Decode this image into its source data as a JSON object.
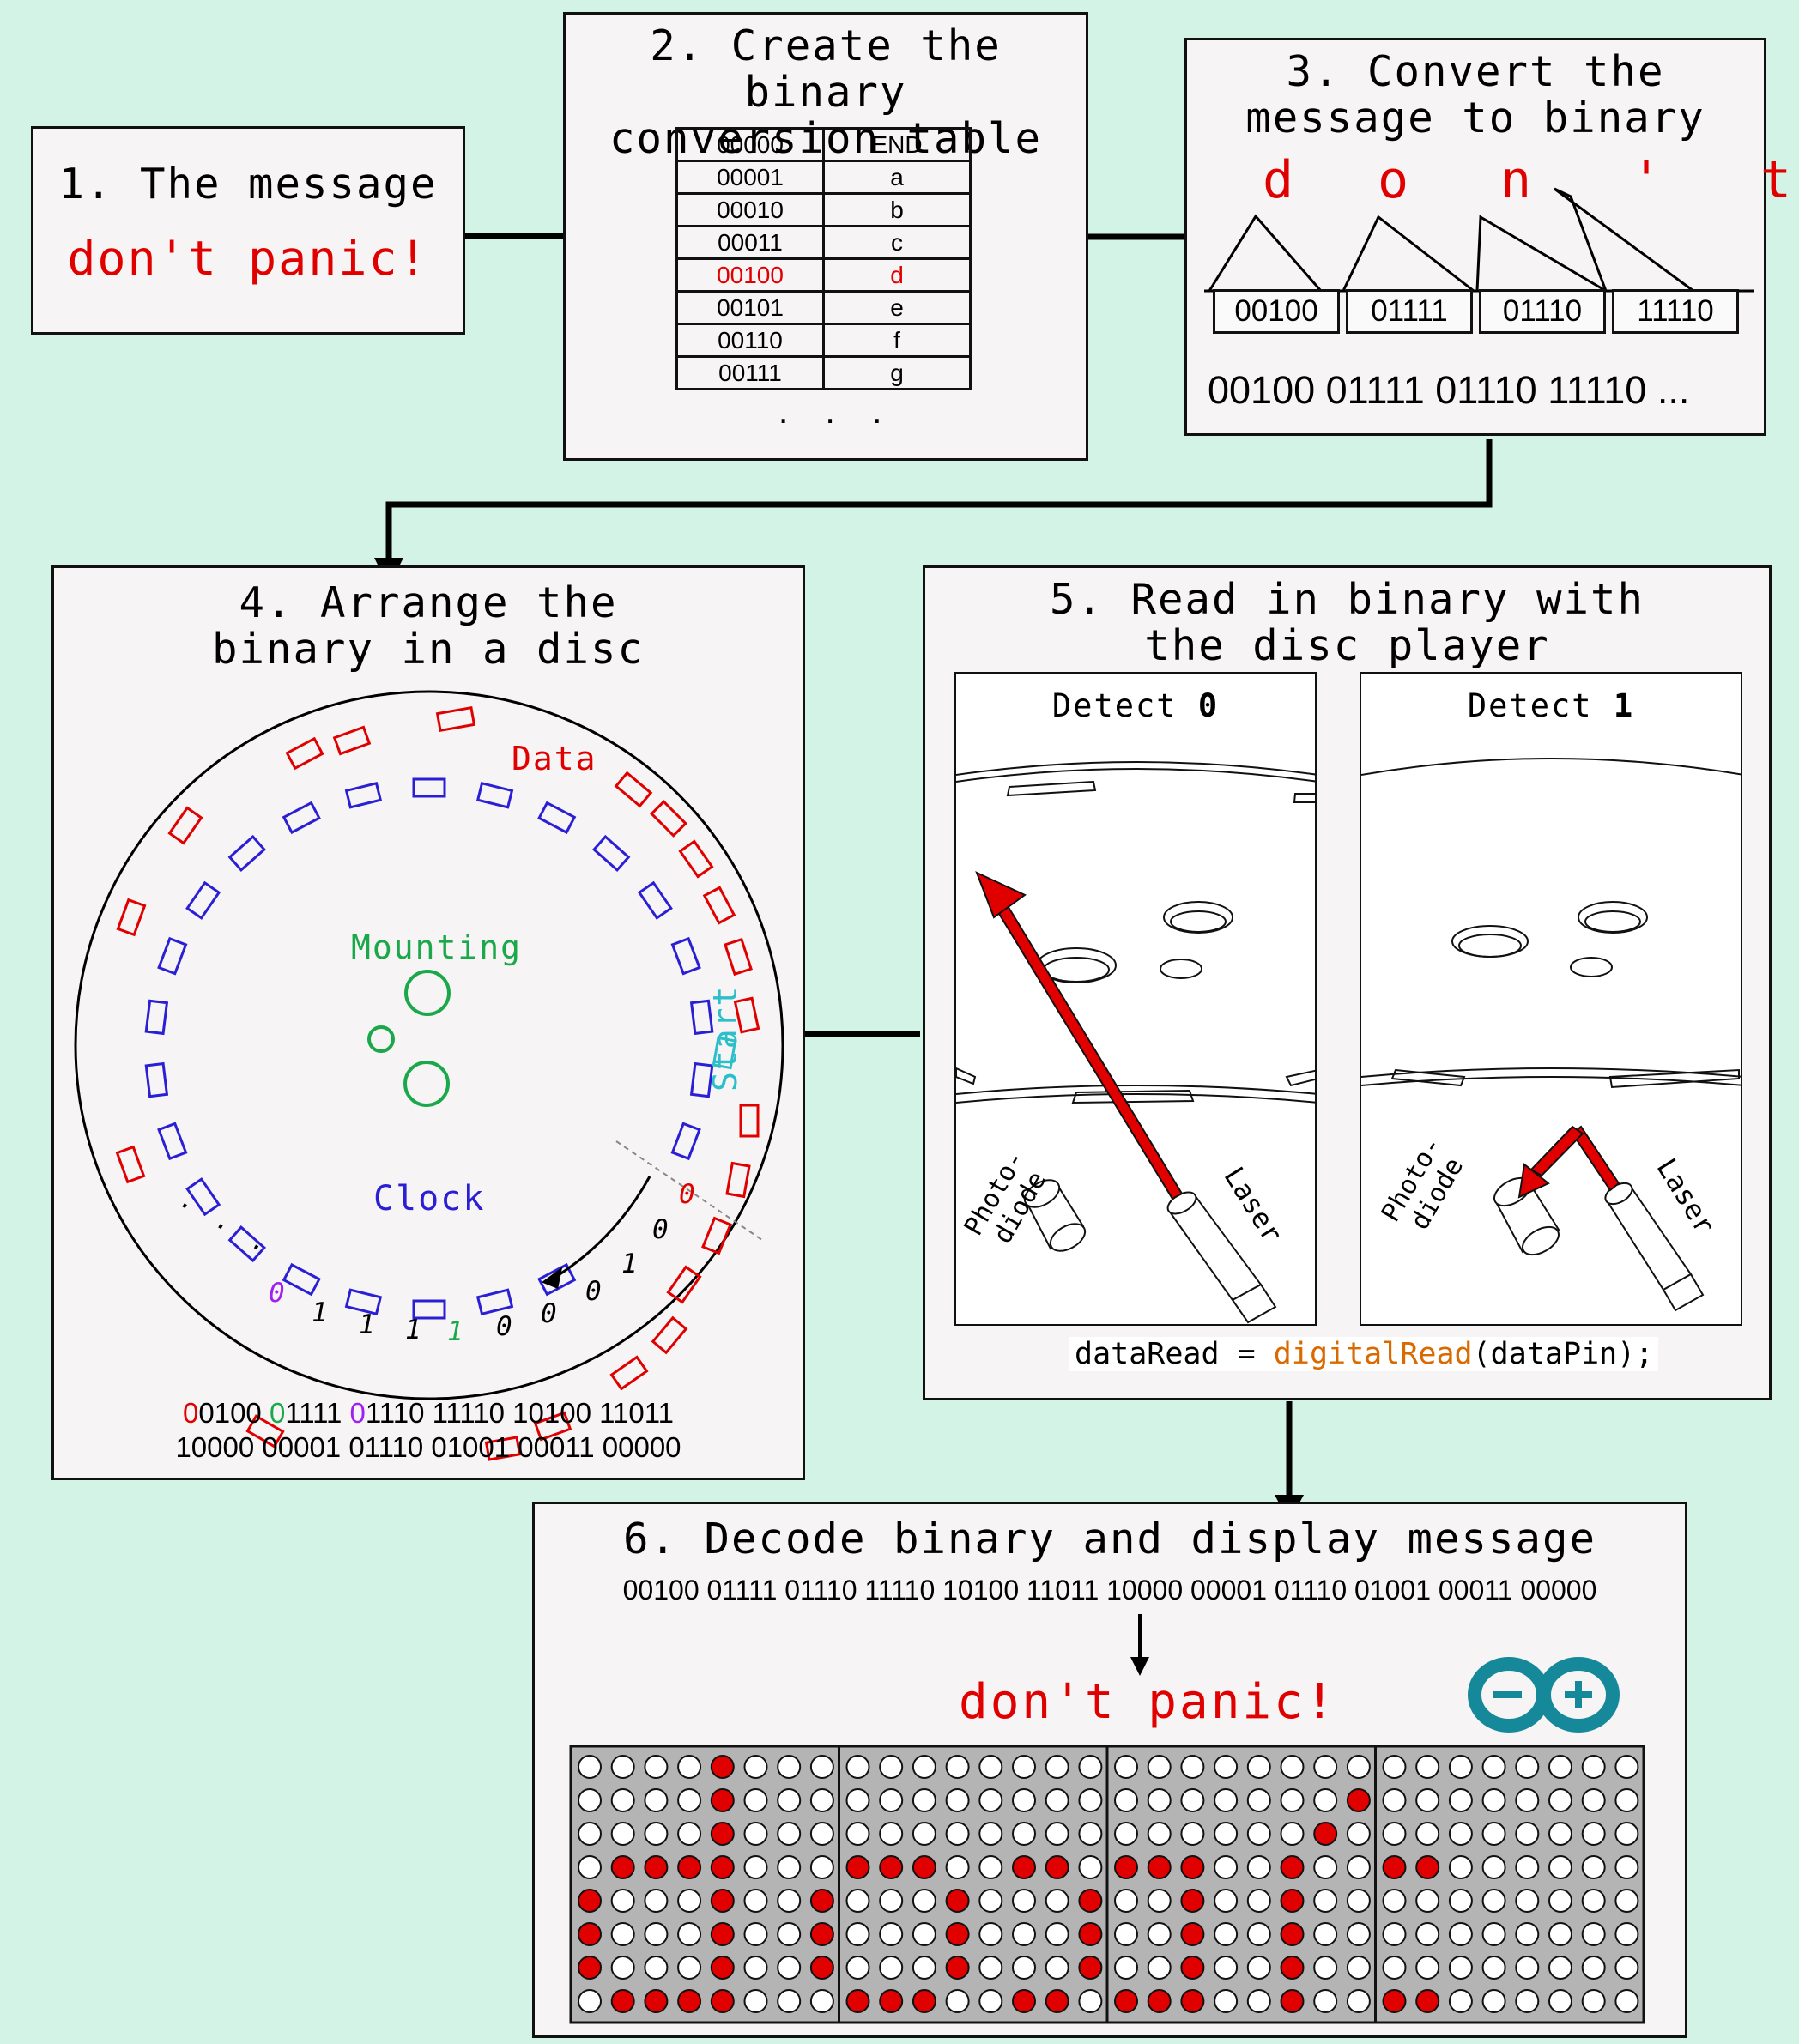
{
  "panel1": {
    "title": "1. The message",
    "message": "don't panic!"
  },
  "panel2": {
    "title": "2. Create the binary\nconversion table",
    "rows": [
      {
        "code": "00000",
        "char": "END",
        "highlight": false
      },
      {
        "code": "00001",
        "char": "a",
        "highlight": false
      },
      {
        "code": "00010",
        "char": "b",
        "highlight": false
      },
      {
        "code": "00011",
        "char": "c",
        "highlight": false
      },
      {
        "code": "00100",
        "char": "d",
        "highlight": true
      },
      {
        "code": "00101",
        "char": "e",
        "highlight": false
      },
      {
        "code": "00110",
        "char": "f",
        "highlight": false
      },
      {
        "code": "00111",
        "char": "g",
        "highlight": false
      }
    ],
    "ellipsis": ". . ."
  },
  "panel3": {
    "title": "3. Convert the\nmessage to binary",
    "letters": [
      "d",
      "o",
      "n",
      "'",
      "t"
    ],
    "codes": [
      "00100",
      "01111",
      "01110",
      "11110"
    ],
    "sequence": "00100 01111 01110 11110 ..."
  },
  "panel4": {
    "title": "4. Arrange the\nbinary in a disc",
    "label_data": "Data",
    "label_mounting": "Mounting",
    "label_start": "Start",
    "label_clock": "Clock",
    "ellipsis": ". . .",
    "ring_bits": [
      "0",
      "0",
      "1",
      "0",
      "0",
      "0",
      "1",
      "1",
      "1",
      "1",
      "0"
    ],
    "seq_line1_parts": [
      {
        "text": "0",
        "color": "#e00000"
      },
      {
        "text": "0100 ",
        "color": "#000000"
      },
      {
        "text": "0",
        "color": "#1aa84a"
      },
      {
        "text": "1111 ",
        "color": "#000000"
      },
      {
        "text": "0",
        "color": "#a020f0"
      },
      {
        "text": "1110 11110 10100 11011",
        "color": "#000000"
      }
    ],
    "seq_line2": "10000 00001 01110 01001 00011 00000"
  },
  "panel5": {
    "title": "5. Read in binary with\nthe disc player",
    "detect0_prefix": "Detect ",
    "detect0_bit": "0",
    "detect1_prefix": "Detect ",
    "detect1_bit": "1",
    "label_photodiode_1": "Photo-",
    "label_photodiode_2": "diode",
    "label_laser": "Laser",
    "code_var": "dataRead",
    "code_eq": " = ",
    "code_fn": "digitalRead",
    "code_args": "(dataPin);"
  },
  "panel6": {
    "title": "6. Decode binary and display message",
    "sequence": "00100 01111 01110 11110 10100 11011 10000 00001 01110 01001 00011 00000",
    "message": "don't panic!",
    "led_rows": [
      "00001000 00000000 00000000 00000000",
      "00001000 00000000 00000001 00000000",
      "00001000 00000000 00000010 00000000",
      "01111000 11100110 11100100 11000000",
      "10001001 00010001 00100100 00000000",
      "10001001 00010001 00100100 00000000",
      "10001001 00010001 00100100 00000000",
      "01111000 11100110 11100100 11000000"
    ]
  },
  "colors": {
    "background": "#d2f3e6",
    "panel": "#f6f4f4",
    "red": "#e00000",
    "blue": "#2a1fd4",
    "green": "#1aa84a",
    "cyan": "#2bbfc9",
    "purple": "#a020f0",
    "orange": "#d96a00",
    "led_board": "#b4b4b4",
    "arduino_teal": "#15899a"
  },
  "icons": [
    "arrow-right-icon",
    "arrow-down-icon",
    "arduino-logo-icon",
    "laser-icon",
    "photodiode-icon"
  ]
}
